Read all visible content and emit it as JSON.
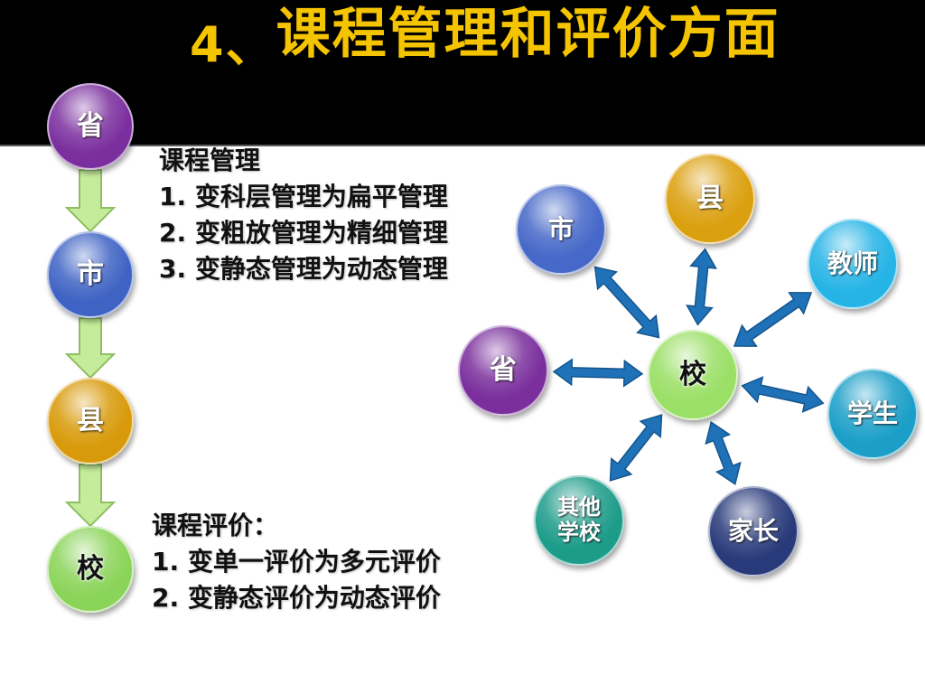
{
  "slide": {
    "title_number": "4、",
    "title_text": "课程管理和评价方面"
  },
  "hierarchy": [
    {
      "label": "省",
      "color": "#7b2f9e"
    },
    {
      "label": "市",
      "color": "#3f63c4"
    },
    {
      "label": "县",
      "color": "#d89a0a"
    },
    {
      "label": "校",
      "color": "#8bd45a"
    }
  ],
  "management": {
    "heading": "课程管理",
    "items": [
      "1. 变科层管理为扁平管理",
      "2. 变粗放管理为精细管理",
      "3. 变静态管理为动态管理"
    ]
  },
  "evaluation": {
    "heading": "课程评价：",
    "items": [
      "1. 变单一评价为多元评价",
      "2. 变静态评价为动态评价"
    ]
  },
  "network": {
    "center": {
      "label": "校",
      "color": "#9adf66"
    },
    "nodes": [
      {
        "label": "市",
        "color": "#4668c8"
      },
      {
        "label": "县",
        "color": "#dba010"
      },
      {
        "label": "教师",
        "color": "#26b4e6"
      },
      {
        "label": "学生",
        "color": "#1b9fc8"
      },
      {
        "label": "家长",
        "color": "#293a7a"
      },
      {
        "label": "其他\n学校",
        "color": "#1e9c8a"
      },
      {
        "label": "省",
        "color": "#7a2f9c"
      }
    ],
    "arrow_color": "#1f72b8"
  }
}
